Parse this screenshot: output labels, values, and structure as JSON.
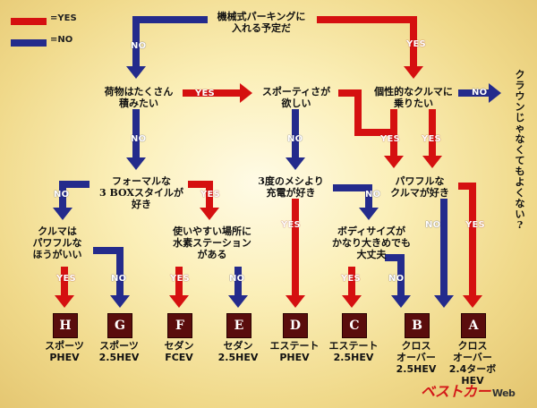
{
  "legend": {
    "yes": "=YES",
    "no": "=NO"
  },
  "colors": {
    "yes": "#d51010",
    "no": "#242b8c",
    "box": "#5a0d0d"
  },
  "questions": {
    "q1": [
      "機械式パーキングに",
      "入れる予定だ"
    ],
    "q2": [
      "荷物はたくさん",
      "積みたい"
    ],
    "q3": [
      "スポーティさが",
      "欲しい"
    ],
    "q4": [
      "個性的なクルマに",
      "乗りたい"
    ],
    "q5": [
      "フォーマルな",
      "3 BOXスタイルが",
      "好き"
    ],
    "q6": [
      "3度のメシより",
      "充電が好き"
    ],
    "q7": [
      "パワフルな",
      "クルマが好き"
    ],
    "q8": [
      "クルマは",
      "パワフルな",
      "ほうがいい"
    ],
    "q9": [
      "使いやすい場所に",
      "水素ステーション",
      "がある"
    ],
    "q10": [
      "ボディサイズが",
      "かなり大きめでも",
      "大丈夫"
    ]
  },
  "side_text": "クラウンじゃなくても よくない?",
  "side_chars": [
    "ク",
    "ラ",
    "ウ",
    "ン",
    "じ",
    "ゃ",
    "な",
    "く",
    "て",
    "も",
    "よ",
    "く",
    "な",
    "い",
    "?"
  ],
  "yes_label": "YES",
  "no_label": "NO",
  "results": [
    {
      "letter": "H",
      "lines": [
        "スポーツ",
        "PHEV"
      ]
    },
    {
      "letter": "G",
      "lines": [
        "スポーツ",
        "2.5HEV"
      ]
    },
    {
      "letter": "F",
      "lines": [
        "セダン",
        "FCEV"
      ]
    },
    {
      "letter": "E",
      "lines": [
        "セダン",
        "2.5HEV"
      ]
    },
    {
      "letter": "D",
      "lines": [
        "エステート",
        "PHEV"
      ]
    },
    {
      "letter": "C",
      "lines": [
        "エステート",
        "2.5HEV"
      ]
    },
    {
      "letter": "B",
      "lines": [
        "クロス",
        "オーバー",
        "2.5HEV"
      ]
    },
    {
      "letter": "A",
      "lines": [
        "クロス",
        "オーバー",
        "2.4ターボHEV"
      ]
    }
  ],
  "logo": {
    "main": "ベストカー",
    "suffix": "Web"
  }
}
